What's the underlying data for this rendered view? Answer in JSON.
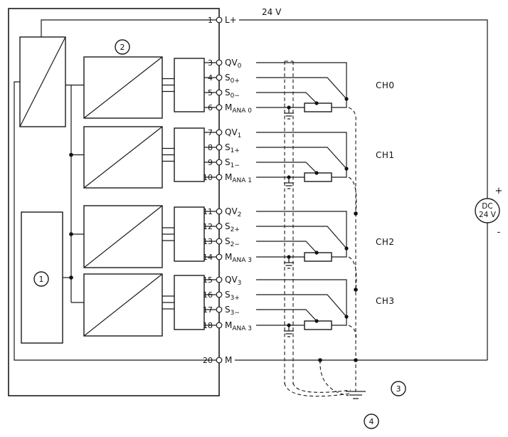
{
  "diagram": {
    "supply_label": "24 V",
    "power_terminal": {
      "num": "1",
      "label": "L+"
    },
    "ground_terminal": {
      "num": "20",
      "label": "M"
    },
    "dc_source": {
      "line1": "DC",
      "line2": "24 V",
      "plus": "+",
      "minus": "-"
    },
    "callouts": {
      "c1": "1",
      "c2": "2",
      "c3": "3",
      "c4": "4"
    },
    "channels": [
      {
        "name": "CH0",
        "pins": [
          {
            "num": "3",
            "main": "QV",
            "sub": "0"
          },
          {
            "num": "4",
            "main": "S",
            "sub": "0+"
          },
          {
            "num": "5",
            "main": "S",
            "sub": "0−"
          },
          {
            "num": "6",
            "main": "M",
            "sub": "ANA 0"
          }
        ]
      },
      {
        "name": "CH1",
        "pins": [
          {
            "num": "7",
            "main": "QV",
            "sub": "1"
          },
          {
            "num": "8",
            "main": "S",
            "sub": "1+"
          },
          {
            "num": "9",
            "main": "S",
            "sub": "1−"
          },
          {
            "num": "10",
            "main": "M",
            "sub": "ANA 1"
          }
        ]
      },
      {
        "name": "CH2",
        "pins": [
          {
            "num": "11",
            "main": "QV",
            "sub": "2"
          },
          {
            "num": "12",
            "main": "S",
            "sub": "2+"
          },
          {
            "num": "13",
            "main": "S",
            "sub": "2−"
          },
          {
            "num": "14",
            "main": "M",
            "sub": "ANA 3"
          }
        ]
      },
      {
        "name": "CH3",
        "pins": [
          {
            "num": "15",
            "main": "QV",
            "sub": "3"
          },
          {
            "num": "16",
            "main": "S",
            "sub": "3+"
          },
          {
            "num": "17",
            "main": "S",
            "sub": "3−"
          },
          {
            "num": "18",
            "main": "M",
            "sub": "ANA 3"
          }
        ]
      }
    ]
  }
}
